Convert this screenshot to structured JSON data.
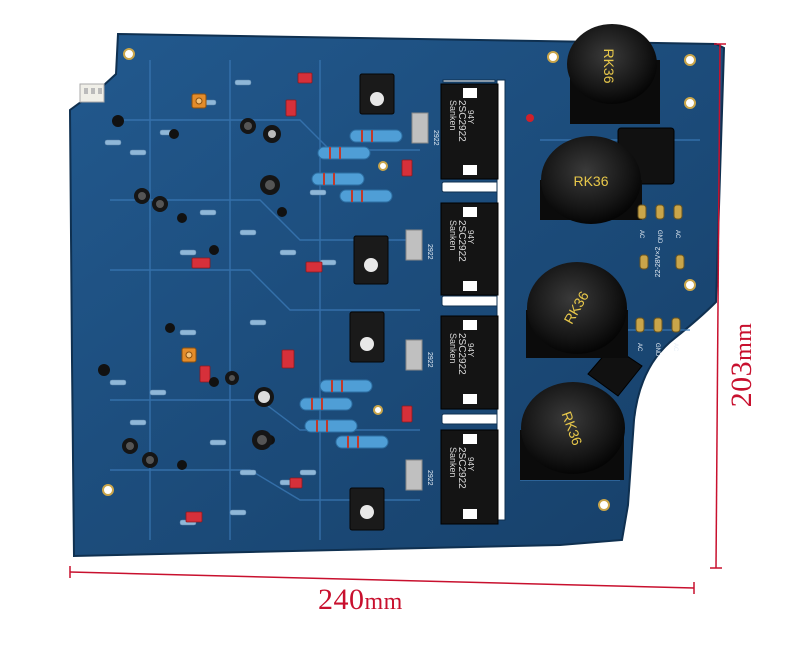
{
  "dimensions": {
    "width_value": "240",
    "width_unit": "mm",
    "height_value": "203",
    "height_unit": "mm",
    "line_color": "#c8102e"
  },
  "board": {
    "pcb_color": "#1d4f80",
    "trace_color": "#3f7fbf",
    "silk_color": "#e6eef6",
    "capacitor_label": "RK36",
    "transistor_label": "2SC2922",
    "transistor_brand": "Sanken",
    "transistor_code": "94Y",
    "driver_label": "2922",
    "voltage_label": "22-28V×2",
    "terminal_labels": [
      "AC",
      "GND",
      "AC"
    ]
  }
}
